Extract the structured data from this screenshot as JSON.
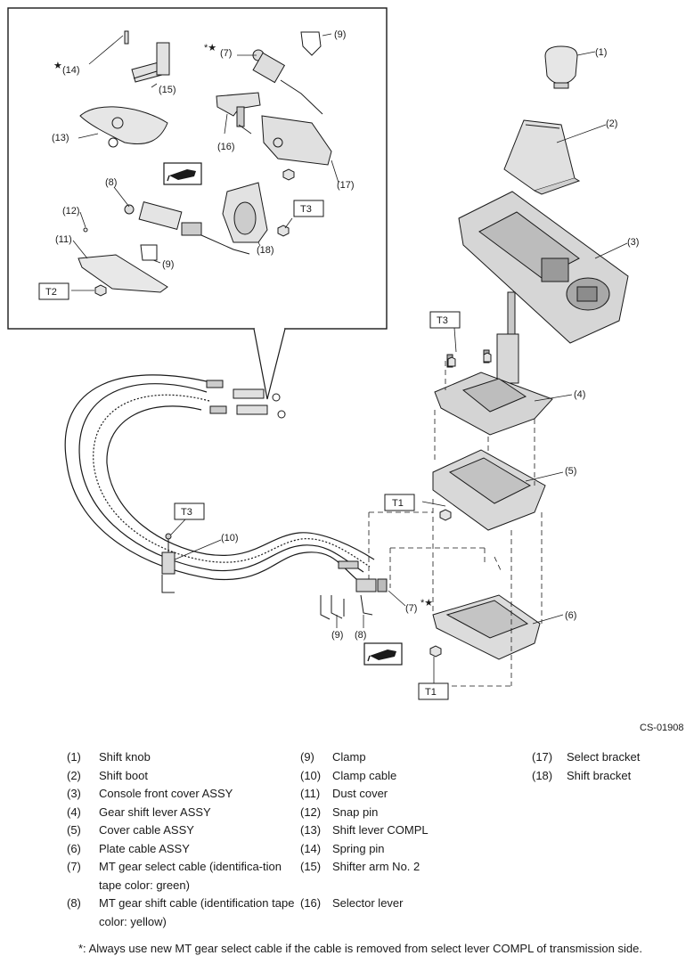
{
  "diagram": {
    "code": "CS-01908",
    "torque_labels": {
      "t1": "T1",
      "t2": "T2",
      "t3": "T3"
    },
    "star_symbol": "★",
    "star_asterisk": "*★",
    "callouts": {
      "c1": "(1)",
      "c2": "(2)",
      "c3": "(3)",
      "c4": "(4)",
      "c5": "(5)",
      "c6": "(6)",
      "c7": "(7)",
      "c8": "(8)",
      "c9": "(9)",
      "c10": "(10)",
      "c11": "(11)",
      "c12": "(12)",
      "c13": "(13)",
      "c14": "(14)",
      "c15": "(15)",
      "c16": "(16)",
      "c17": "(17)",
      "c18": "(18)"
    },
    "grease_icon": "grease-gun-icon"
  },
  "legend": {
    "items": [
      {
        "num": "(1)",
        "name": "Shift knob"
      },
      {
        "num": "(2)",
        "name": "Shift boot"
      },
      {
        "num": "(3)",
        "name": "Console front cover ASSY"
      },
      {
        "num": "(4)",
        "name": "Gear shift lever ASSY"
      },
      {
        "num": "(5)",
        "name": "Cover cable ASSY"
      },
      {
        "num": "(6)",
        "name": "Plate cable ASSY"
      },
      {
        "num": "(7)",
        "name": "MT gear select cable (identifica-tion tape color: green)"
      },
      {
        "num": "(8)",
        "name": "MT gear shift cable (identification tape color: yellow)"
      },
      {
        "num": "(9)",
        "name": "Clamp"
      },
      {
        "num": "(10)",
        "name": "Clamp cable"
      },
      {
        "num": "(11)",
        "name": "Dust cover"
      },
      {
        "num": "(12)",
        "name": "Snap pin"
      },
      {
        "num": "(13)",
        "name": "Shift lever COMPL"
      },
      {
        "num": "(14)",
        "name": "Spring pin"
      },
      {
        "num": "(15)",
        "name": "Shifter arm No. 2"
      },
      {
        "num": "(16)",
        "name": "Selector lever"
      },
      {
        "num": "(17)",
        "name": "Select bracket"
      },
      {
        "num": "(18)",
        "name": "Shift bracket"
      }
    ]
  },
  "footnote": "*: Always use new MT gear select cable if the cable is removed from select lever COMPL of transmission side."
}
